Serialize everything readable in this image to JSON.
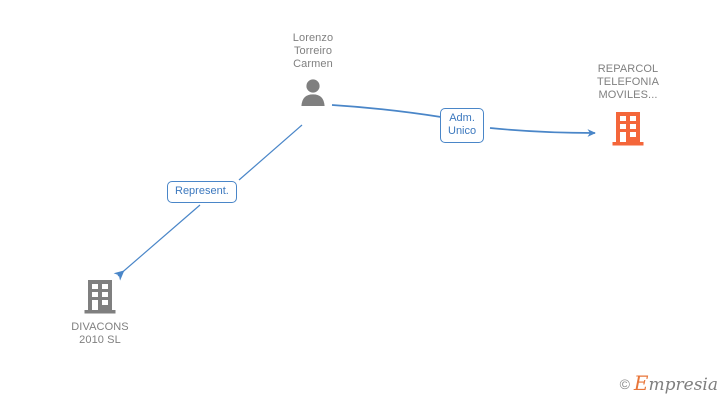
{
  "graph": {
    "background_color": "#ffffff",
    "nodes": [
      {
        "id": "person",
        "type": "person",
        "label": "Lorenzo\nTorreiro\nCarmen",
        "icon": "person-icon",
        "icon_color": "#7f7f7f",
        "label_color": "#808080"
      },
      {
        "id": "reparcol",
        "type": "company",
        "label": "REPARCOL\nTELEFONIA\nMOVILES...",
        "icon": "building-icon",
        "icon_color": "#f4663a",
        "label_color": "#808080"
      },
      {
        "id": "divacons",
        "type": "company",
        "label": "DIVACONS\n2010 SL",
        "icon": "building-icon",
        "icon_color": "#7f7f7f",
        "label_color": "#808080"
      }
    ],
    "edges": [
      {
        "id": "adm-unico",
        "from": "person",
        "to": "reparcol",
        "label": "Adm.\nUnico",
        "color": "#4a86c8",
        "direction": "right"
      },
      {
        "id": "represent",
        "from": "person",
        "to": "divacons",
        "label": "Represent.",
        "color": "#4a86c8",
        "direction": "down-left"
      }
    ]
  },
  "watermark": {
    "copyright": "©",
    "brand_initial": "E",
    "brand_rest": "mpresia",
    "brand_color": "#e8763a"
  }
}
